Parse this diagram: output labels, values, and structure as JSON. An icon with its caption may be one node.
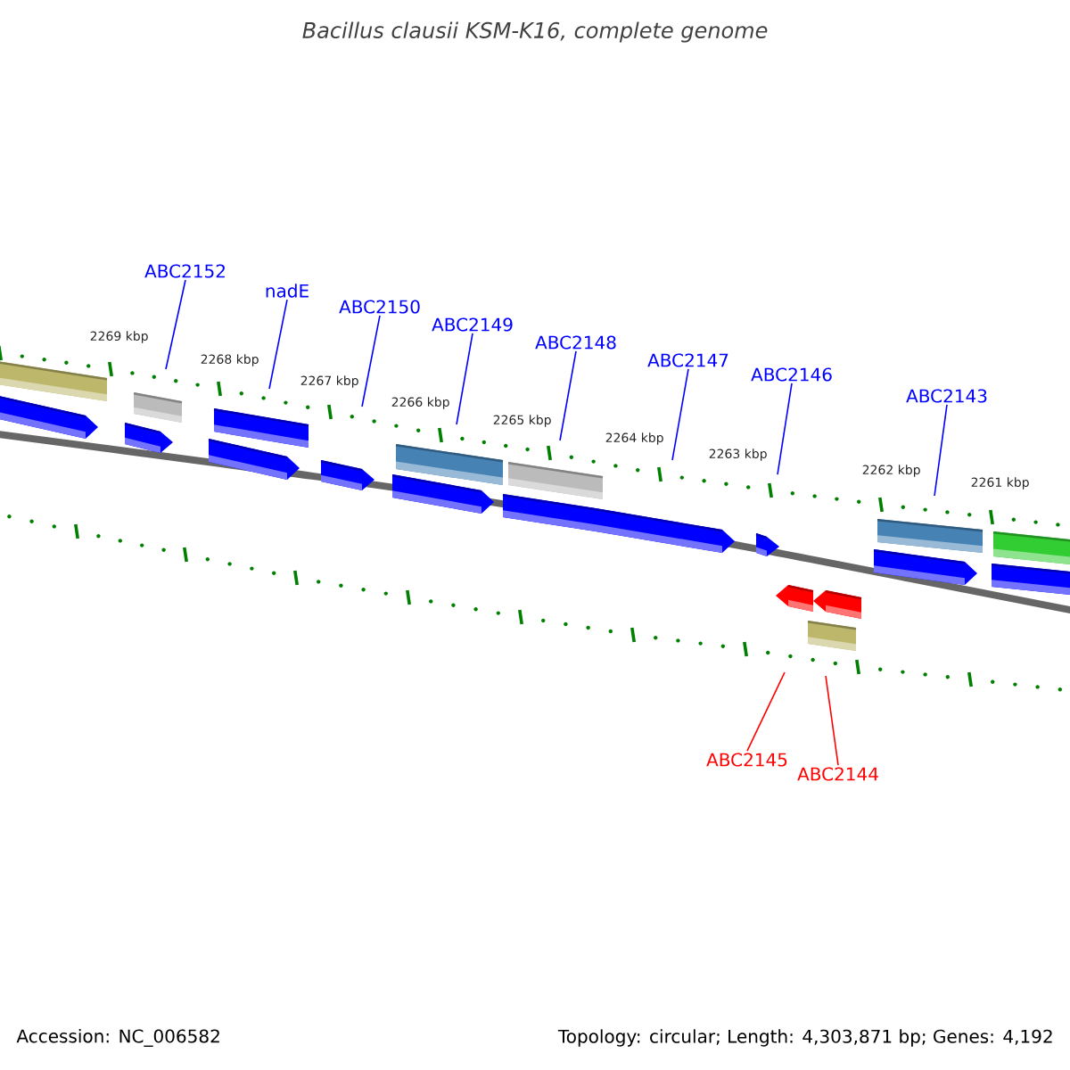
{
  "diagram": {
    "title": "*Bacillus clausii* *KSM-K16, complete genome*",
    "nodes": [
      {
        "text": [
          "ABC2152"
        ]
      },
      {
        "text": [
          "nadE"
        ]
      },
      {
        "text": [
          "ABC2150"
        ]
      },
      {
        "text": [
          "ABC2149"
        ]
      },
      {
        "text": [
          "ABC2148"
        ]
      },
      {
        "text": [
          "ABC2147"
        ]
      },
      {
        "text": [
          "ABC2146"
        ]
      },
      {
        "text": [
          "ABC2143"
        ]
      },
      {
        "text": [
          "ABC2145"
        ]
      },
      {
        "text": [
          "ABC2144"
        ]
      }
    ],
    "edges": [
      {
        "from": 0,
        "to": null,
        "arrow": "none"
      },
      {
        "from": 1,
        "to": null,
        "arrow": "none"
      },
      {
        "from": 2,
        "to": null,
        "arrow": "none"
      },
      {
        "from": 3,
        "to": null,
        "arrow": "none"
      },
      {
        "from": 4,
        "to": null,
        "arrow": "none"
      },
      {
        "from": 5,
        "to": null,
        "arrow": "none"
      },
      {
        "from": 6,
        "to": null,
        "arrow": "none"
      },
      {
        "from": 7,
        "to": null,
        "arrow": "none"
      },
      {
        "from": 8,
        "to": null,
        "arrow": "none",
        "color": "#ff0000"
      },
      {
        "from": 9,
        "to": null,
        "arrow": "none",
        "color": "#ff0000"
      }
    ],
    "labels": [
      "2269 kbp",
      "2268 kbp",
      "2267 kbp",
      "2266 kbp",
      "2265 kbp",
      "2264 kbp",
      "2263 kbp",
      "2262 kbp",
      "2261 kbp",
      "Accession: NC_006582",
      "Topology: circular; Length: 4,303,871 bp; Genes: 4,192"
    ]
  }
}
